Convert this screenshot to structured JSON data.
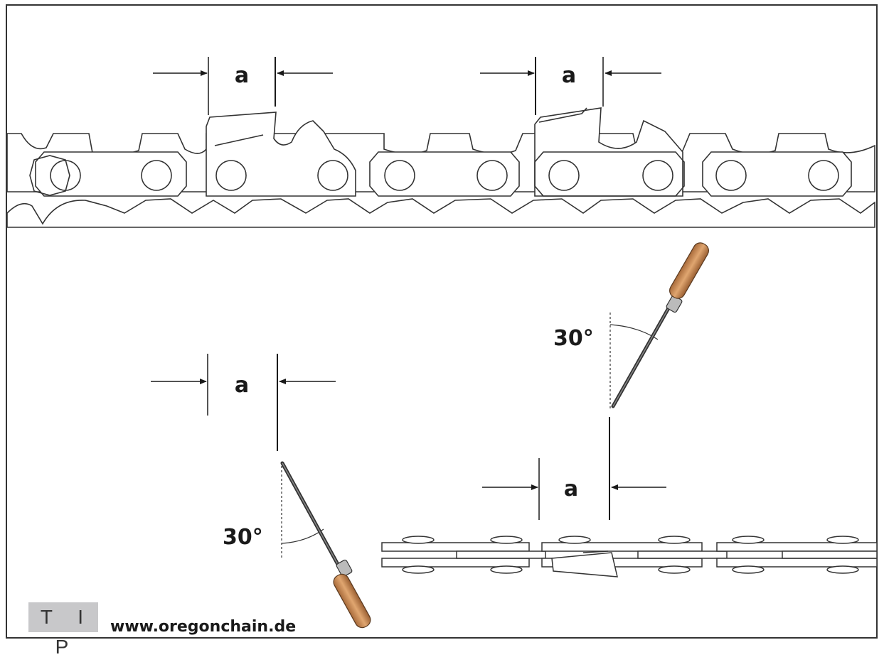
{
  "diagram": {
    "dimension_label": "a",
    "angle_label": "30°"
  },
  "footer": {
    "tip_label": "T I P",
    "website": "www.oregonchain.de"
  },
  "colors": {
    "outline": "#333333",
    "link_fill": "#ffffff",
    "file_handle": "#c98e57",
    "tip_badge": "#c8c8ca"
  },
  "icons": [
    "arrow-right-icon",
    "arrow-left-icon",
    "round-file-icon"
  ]
}
